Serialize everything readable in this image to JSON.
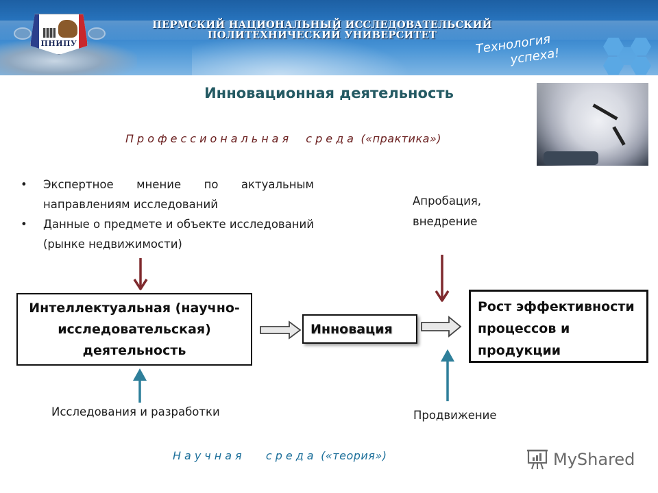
{
  "header": {
    "university_name_line1": "ПЕРМСКИЙ НАЦИОНАЛЬНЫЙ ИССЛЕДОВАТЕЛЬСКИЙ",
    "university_name_line2": "ПОЛИТЕХНИЧЕСКИЙ УНИВЕРСИТЕТ",
    "logo_text": "ПНИПУ",
    "slogan_line1": "Технология",
    "slogan_line2": "успеха!"
  },
  "slide": {
    "title": "Инновационная деятельность",
    "env_top_spaced": "Профессиональная  среда",
    "env_top_tail": " («практика»)",
    "env_bottom_spaced": "Научная   среда",
    "env_bottom_tail": " («теория»)"
  },
  "inputs": {
    "bullets": [
      "Экспертное мнение по актуальным направлениям исследований",
      "Данные о предмете и объекте исследований (рынке недвижимости)"
    ],
    "approbation_line1": "Апробация,",
    "approbation_line2": "внедрение",
    "rd_label": "Исследования и разработки",
    "promotion_label": "Продвижение"
  },
  "nodes": {
    "main": {
      "line1": "Интеллектуальная (научно-",
      "line2": "исследовательская)",
      "line3": "деятельность"
    },
    "innovation": "Инновация",
    "result": {
      "line1": "Рост эффективности",
      "line2": "процессов и",
      "line3": "продукции"
    }
  },
  "colors": {
    "title": "#245a63",
    "practice_env": "#6b2020",
    "theory_env": "#1c6f9a",
    "arrow_down": "#7f2a2e",
    "arrow_up": "#2e7f9a"
  },
  "watermark": {
    "text": "MyShared"
  }
}
